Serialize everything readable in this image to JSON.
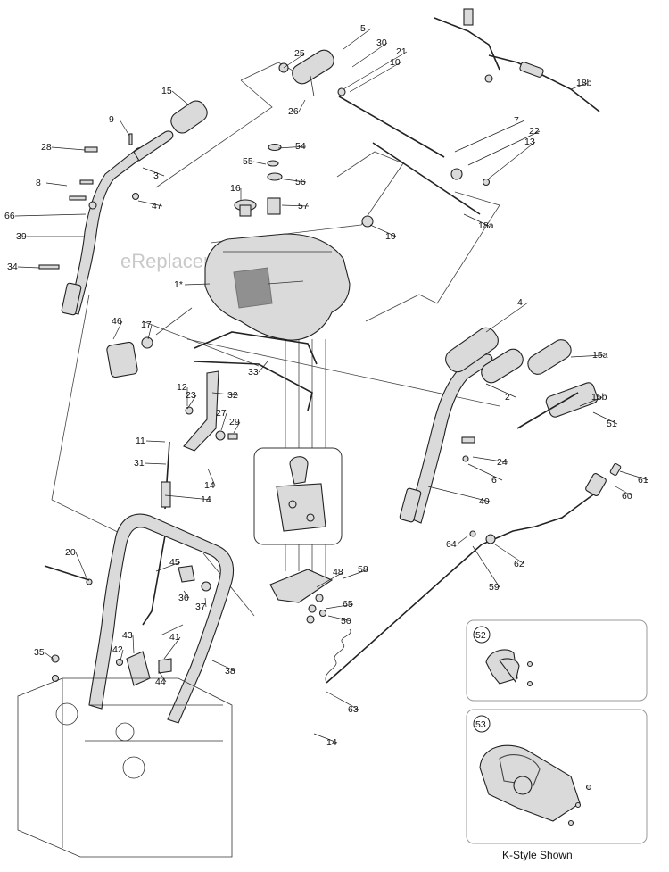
{
  "watermark": "eReplacementParts.com",
  "caption": "K-Style Shown",
  "inset_labels": [
    "52",
    "53"
  ],
  "callouts": [
    "1*",
    "2",
    "3",
    "4",
    "5",
    "6",
    "7",
    "8",
    "9",
    "10",
    "11",
    "12",
    "13",
    "14",
    "14",
    "14",
    "15",
    "15a",
    "15b",
    "16",
    "17",
    "18a",
    "18b",
    "19",
    "20",
    "21",
    "22",
    "23",
    "24",
    "25",
    "26",
    "27",
    "28",
    "29",
    "30",
    "31",
    "32",
    "33",
    "34",
    "35",
    "36",
    "37",
    "38",
    "39",
    "40",
    "41",
    "42",
    "43",
    "44",
    "45",
    "46",
    "47",
    "48",
    "50",
    "51",
    "54",
    "55",
    "56",
    "57",
    "58",
    "59",
    "60",
    "61",
    "62",
    "63",
    "64",
    "65",
    "66",
    "66"
  ]
}
